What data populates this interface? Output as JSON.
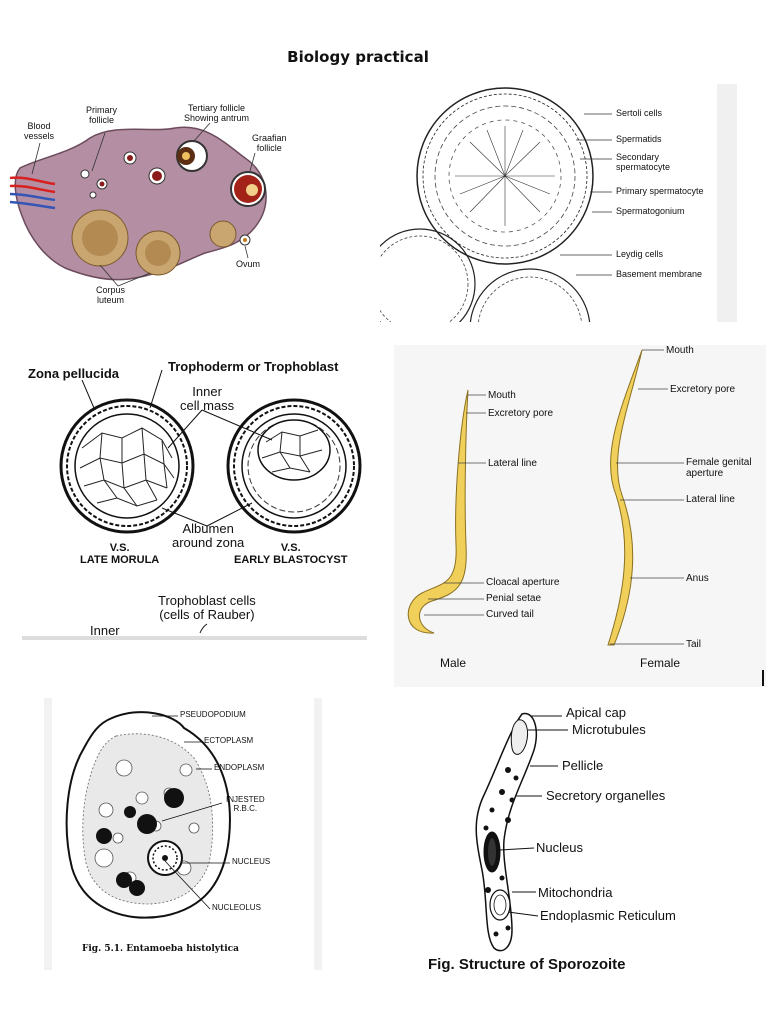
{
  "page": {
    "title": "Biology practical"
  },
  "ovary": {
    "labels": {
      "blood_vessels": "Blood\nvessels",
      "primary_follicle": "Primary\nfollicle",
      "tertiary_follicle": "Tertiary follicle\nShowing antrum",
      "graafian_follicle": "Graafian\nfollicle",
      "ovum": "Ovum",
      "corpus_luteum": "Corpus\nluteum"
    },
    "colors": {
      "stroma": "#b48fa3",
      "vessel_red": "#d8201f",
      "vessel_blue": "#3455b5",
      "corpus": "#c9a56f"
    }
  },
  "testis": {
    "labels": [
      "Sertoli cells",
      "Spermatids",
      "Secondary\nspermatocyte",
      "Primary spermatocyte",
      "Spermatogonium",
      "Leydig cells",
      "Basement membrane"
    ]
  },
  "blastocyst": {
    "labels": {
      "zona_pellucida": "Zona pellucida",
      "trophoderm": "Trophoderm or Trophoblast",
      "inner_cell_mass": "Inner\ncell mass",
      "albumen": "Albumen\naround zona",
      "late_morula": "V.S.\nLATE MORULA",
      "early_blastocyst": "V.S.\nEARLY BLASTOCYST",
      "trophoblast_cells": "Trophoblast cells\n(cells of Rauber)",
      "inner": "Inner"
    }
  },
  "ascaris": {
    "male_labels": [
      "Mouth",
      "Excretory pore",
      "Lateral line",
      "Cloacal aperture",
      "Penial setae",
      "Curved tail"
    ],
    "female_labels": [
      "Mouth",
      "Excretory pore",
      "Female genital\naperture",
      "Lateral line",
      "Anus",
      "Tail"
    ],
    "male_caption": "Male",
    "female_caption": "Female",
    "colors": {
      "worm": "#f0cf5a",
      "bg": "#f6f6f6"
    }
  },
  "entamoeba": {
    "labels": [
      "PSEUDOPODIUM",
      "ECTOPLASM",
      "ENDOPLASM",
      "INJESTED\nR.B.C.",
      "NUCLEUS",
      "NUCLEOLUS"
    ],
    "caption": "Fig. 5.1. Entamoeba histolytica"
  },
  "sporozoite": {
    "labels": [
      "Apical cap",
      "Microtubules",
      "Pellicle",
      "Secretory organelles",
      "Nucleus",
      "Mitochondria",
      "Endoplasmic Reticulum"
    ],
    "caption": "Fig. Structure of Sporozoite"
  }
}
